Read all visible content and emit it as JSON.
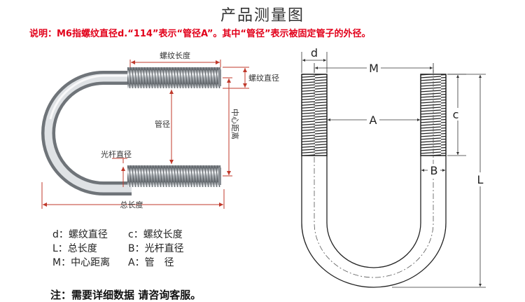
{
  "title": "产品测量图",
  "note": "说明：M6指螺纹直径d.“114”表示“管径A”。其中“管径”表示被固定管子的外径。",
  "photo_labels": {
    "thread_length": "螺纹长度",
    "thread_diameter": "螺纹直径",
    "pipe_diameter": "管径",
    "center_distance": "中心距离",
    "shank_diameter": "光杆直径",
    "total_length": "总长度"
  },
  "legend": [
    {
      "left": "d：螺纹直径",
      "right": "c：螺纹长度"
    },
    {
      "left": "L：总长度",
      "right": "B：光杆直径"
    },
    {
      "left": "M：中心距离",
      "right": "A：管　径"
    }
  ],
  "diagram_labels": {
    "d": "d",
    "M": "M",
    "A": "A",
    "c": "c",
    "B": "B",
    "L": "L"
  },
  "footer": "注：需要详细数据 请咨询客服。",
  "colors": {
    "note": "#e2001a",
    "dim_line": "#c0392b",
    "steel": "#b8bcc0"
  }
}
